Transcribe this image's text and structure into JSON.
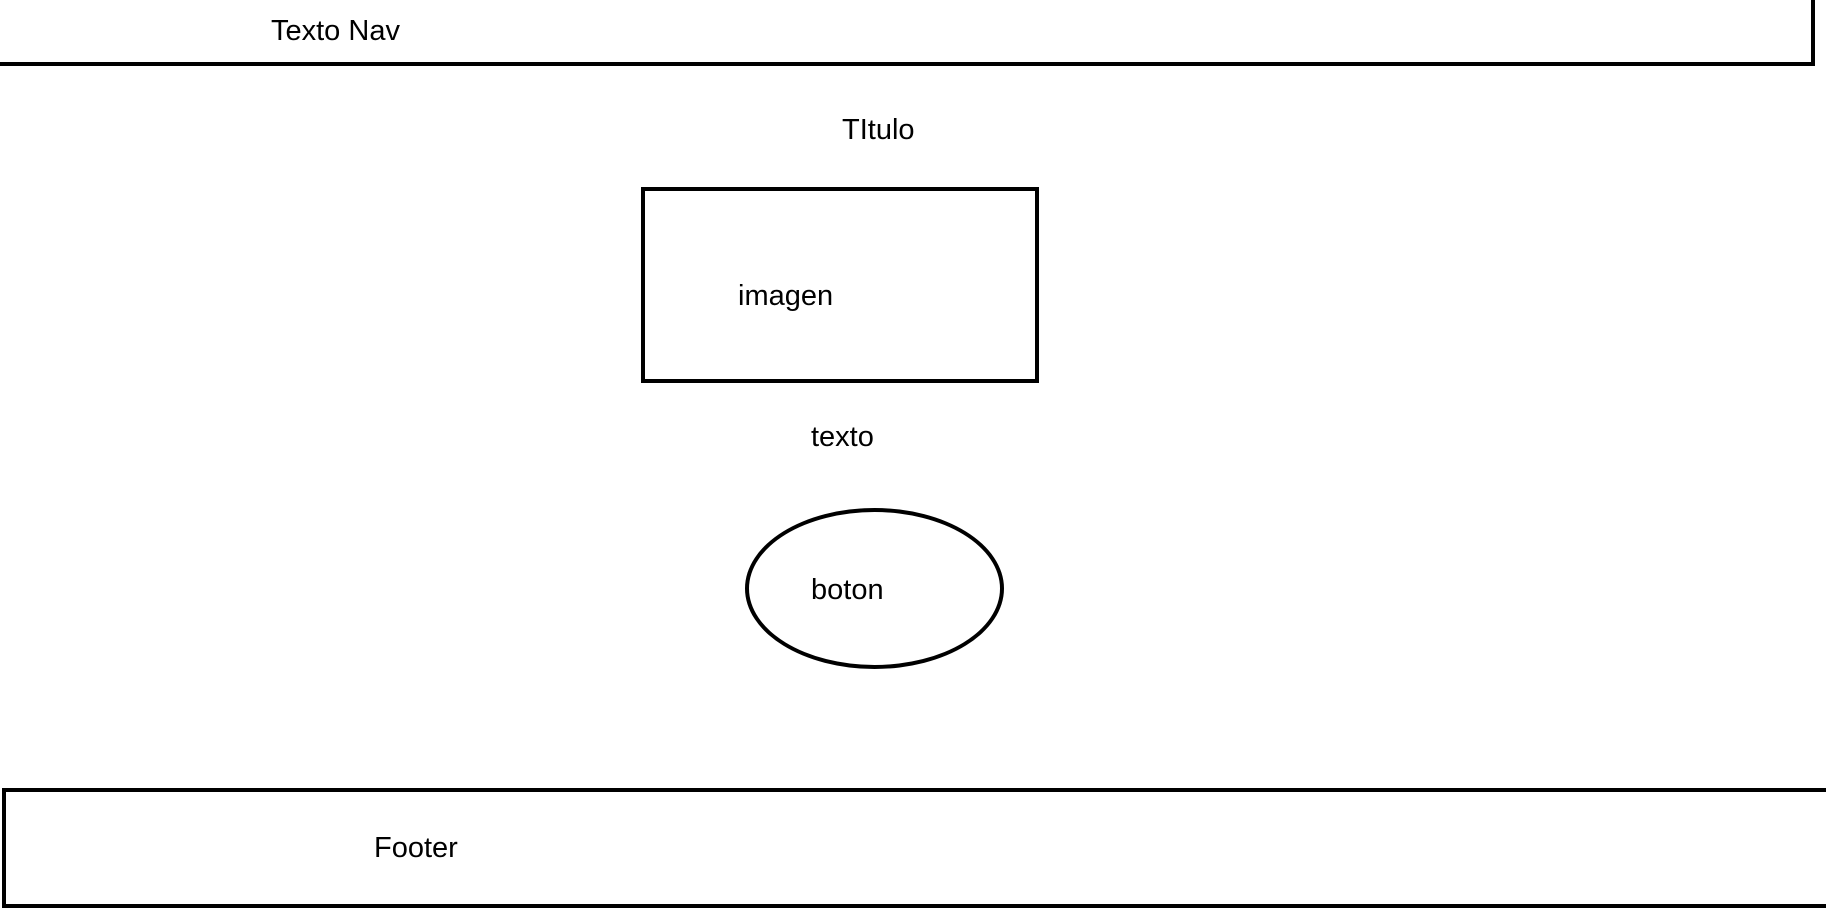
{
  "nav": {
    "text": "Texto Nav"
  },
  "main": {
    "title": "TItulo",
    "image_label": "imagen",
    "text": "texto",
    "button_label": "boton"
  },
  "footer": {
    "text": "Footer"
  }
}
